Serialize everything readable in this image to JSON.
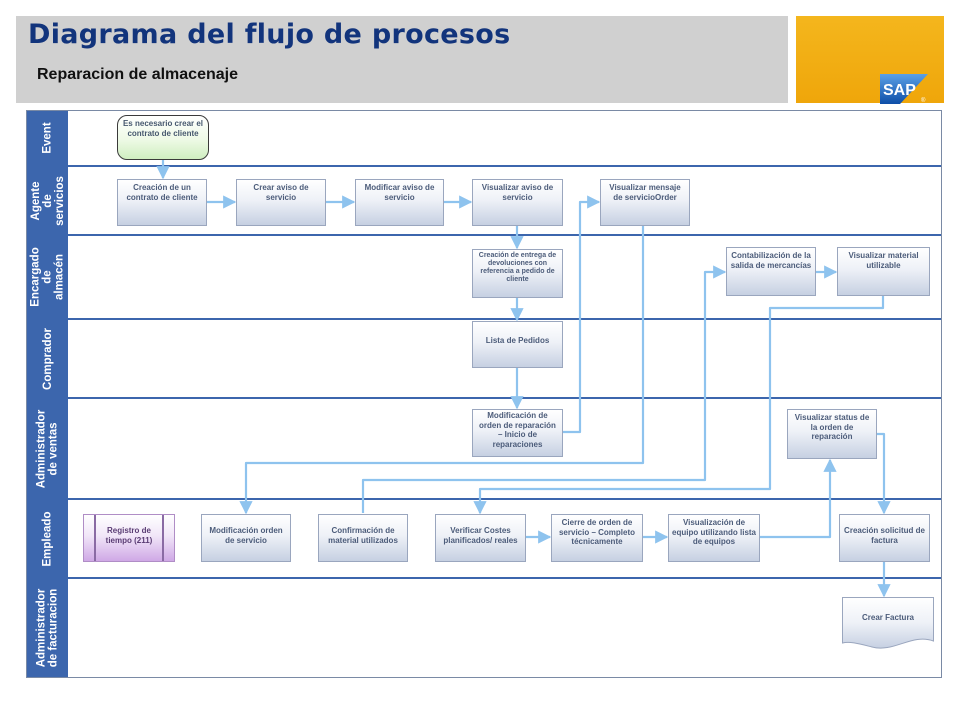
{
  "header": {
    "title": "Diagrama del flujo de procesos",
    "subtitle": "Reparacion de almacenaje"
  },
  "brand": {
    "logo_text": "SAP",
    "registered_mark": "®"
  },
  "lanes": [
    {
      "id": "event",
      "label": "Event"
    },
    {
      "id": "agente",
      "label": "Agente de servicios"
    },
    {
      "id": "encargado",
      "label": "Encargado de almacén"
    },
    {
      "id": "comprador",
      "label": "Comprador"
    },
    {
      "id": "admin-ventas",
      "label": "Administrador de ventas"
    },
    {
      "id": "empleado",
      "label": "Empleado"
    },
    {
      "id": "admin-facturacion",
      "label": "Administrador de facturacion"
    }
  ],
  "steps": {
    "event": "Es necesario crear el contrato de cliente",
    "creacion_contrato": "Creación de un contrato de cliente",
    "crear_aviso": "Crear aviso de servicio",
    "modificar_aviso": "Modificar aviso de servicio",
    "visualizar_aviso": "Visualizar aviso de servicio",
    "visualizar_mensaje": "Visualizar mensaje de servicioOrder",
    "creacion_entrega": "Creación de entrega de devoluciones con referencia a pedido de cliente",
    "contabilizacion": "Contabilización de la salida de mercancías",
    "visualizar_material": "Visualizar material utilizable",
    "lista_pedidos": "Lista de Pedidos",
    "modificacion_orden_rep": "Modificación de orden de reparación – Inicio de reparaciones",
    "visualizar_status": "Visualizar status de la orden de reparación",
    "registro_tiempo": "Registro de tiempo (211)",
    "modificacion_orden_serv": "Modificación orden de servicio",
    "confirmacion_material": "Confirmación de material utilizados",
    "verificar_costes": "Verificar Costes planificados/ reales",
    "cierre_orden": "Cierre de orden de servicio – Completo técnicamente",
    "visualizacion_equipo": "Visualización de equipo utilizando lista de equipos",
    "creacion_solicitud": "Creación solicitud de factura",
    "crear_factura": "Crear Factura"
  },
  "colors": {
    "title": "#12347c",
    "lane_label_bg": "#3c66ad",
    "arrow": "#8ec3ee",
    "brand_panel": "#f0aa0f",
    "logo_blue": "#1a6bc4"
  }
}
